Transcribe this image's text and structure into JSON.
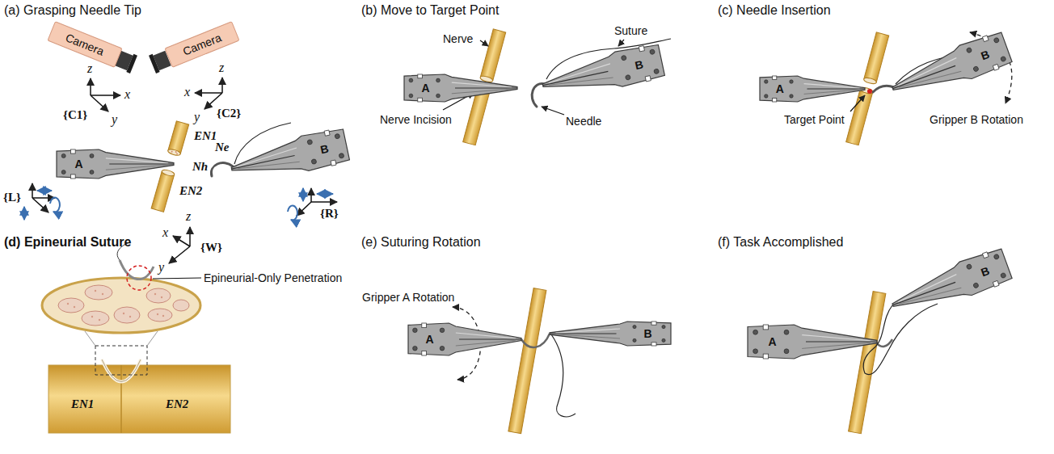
{
  "diagram": {
    "nodes": [
      {
        "text": [
          "Camera"
        ]
      },
      {
        "text": [
          "Camera"
        ]
      },
      {
        "text": [
          "A"
        ]
      },
      {
        "text": [
          "B"
        ]
      },
      {
        "text": [
          "A"
        ]
      },
      {
        "text": [
          "B"
        ]
      },
      {
        "text": [
          "A"
        ]
      },
      {
        "text": [
          "B"
        ]
      },
      {
        "text": [
          "A"
        ]
      },
      {
        "text": [
          "B"
        ]
      },
      {
        "text": [
          "A"
        ]
      },
      {
        "text": [
          "B"
        ]
      }
    ],
    "labels": [
      "(a) Grasping Needle Tip",
      "z",
      "x",
      "y",
      "{C1}",
      "z",
      "x",
      "y",
      "{C2}",
      "EN1",
      "Ne",
      "Nh",
      "EN2",
      "{L}",
      "{R}",
      "z",
      "x",
      "y",
      "{W}",
      "(b) Move to Target Point",
      "Nerve",
      "Suture",
      "Nerve Incision",
      "Needle",
      "(c) Needle Insertion",
      "Target Point",
      "Gripper B Rotation",
      "(d) Epineurial Suture",
      "Epineurial-Only Penetration",
      "EN1",
      "EN2",
      "(e) Suturing Rotation",
      "Gripper A Rotation",
      "(f) Task Accomplished"
    ]
  }
}
